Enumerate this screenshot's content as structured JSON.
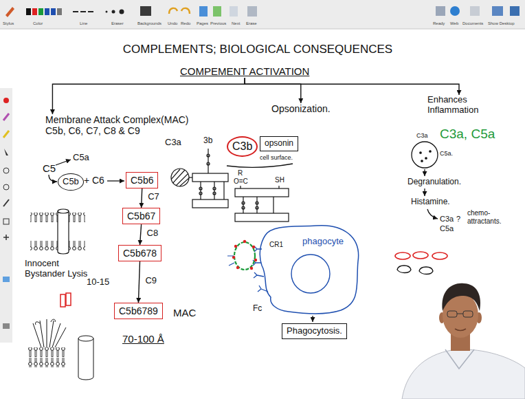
{
  "diagram": {
    "title": "COMPLEMENTS; BIOLOGICAL CONSEQUENCES",
    "nodes": [
      {
        "text": [
          "COMPEMENT ACTIVATION"
        ]
      },
      {
        "text": [
          "Membrane Attack Complex(MAC)",
          "C5b, C6, C7, C8 & C9"
        ]
      },
      {
        "text": [
          "Opsonization."
        ]
      },
      {
        "text": [
          "Enhances Inflammation"
        ]
      },
      {
        "text": [
          "C5b"
        ]
      },
      {
        "text": [
          "C5b6"
        ]
      },
      {
        "text": [
          "C5b67"
        ]
      },
      {
        "text": [
          "C5b678"
        ]
      },
      {
        "text": [
          "C5b6789"
        ]
      },
      {
        "text": [
          "C3b"
        ]
      },
      {
        "text": [
          "opsonin"
        ]
      },
      {
        "text": [
          "Phagocytosis."
        ]
      }
    ],
    "edges": [
      {
        "from": 0,
        "to": 1,
        "arrow": "to"
      },
      {
        "from": 0,
        "to": 2,
        "arrow": "to"
      },
      {
        "from": 0,
        "to": 3,
        "arrow": "to"
      },
      {
        "from": 5,
        "to": 6,
        "label": "C7",
        "arrow": "to"
      },
      {
        "from": 6,
        "to": 7,
        "label": "C8",
        "arrow": "to"
      },
      {
        "from": 7,
        "to": 8,
        "label": "C9",
        "arrow": "to"
      }
    ],
    "labels": [
      "Stylus",
      "Color",
      "Line",
      "Eraser",
      "Backgrounds",
      "Undo",
      "Redo",
      "Pages",
      "Previous",
      "Next",
      "Erase",
      "Ready",
      "Web",
      "Documents",
      "Show Desktop",
      "C5",
      "C5a",
      "+",
      "C6",
      "Innocent Bystander Lysis",
      "10-15",
      "MAC",
      "70-100 Å",
      "C3a",
      "3b",
      "cell surface.",
      "R",
      "O=C",
      "SH",
      "CR1",
      "phagocyte",
      "Fc",
      "C3a, C5a",
      "C3a",
      "C5a.",
      "Degranulation.",
      "Histamine.",
      "C3a",
      "?",
      "C5a",
      "chemo-attractants."
    ]
  }
}
